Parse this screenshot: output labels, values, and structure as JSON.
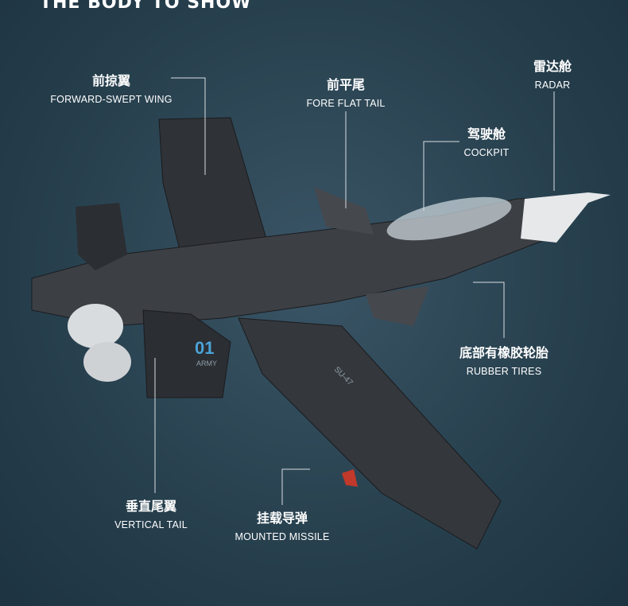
{
  "header": {
    "title": "THE BODY TO SHOW"
  },
  "callouts": [
    {
      "cn": "前掠翼",
      "en": "FORWARD-SWEPT WING"
    },
    {
      "cn": "前平尾",
      "en": "FORE FLAT TAIL"
    },
    {
      "cn": "雷达舱",
      "en": "RADAR"
    },
    {
      "cn": "驾驶舱",
      "en": "COCKPIT"
    },
    {
      "cn": "底部有橡胶轮胎",
      "en": "RUBBER TIRES"
    },
    {
      "cn": "垂直尾翼",
      "en": "VERTICAL TAIL"
    },
    {
      "cn": "挂载导弹",
      "en": "MOUNTED MISSILE"
    }
  ],
  "model": {
    "tail_number": "01",
    "tail_marking": "ARMY",
    "wing_marking": "SU-47"
  }
}
